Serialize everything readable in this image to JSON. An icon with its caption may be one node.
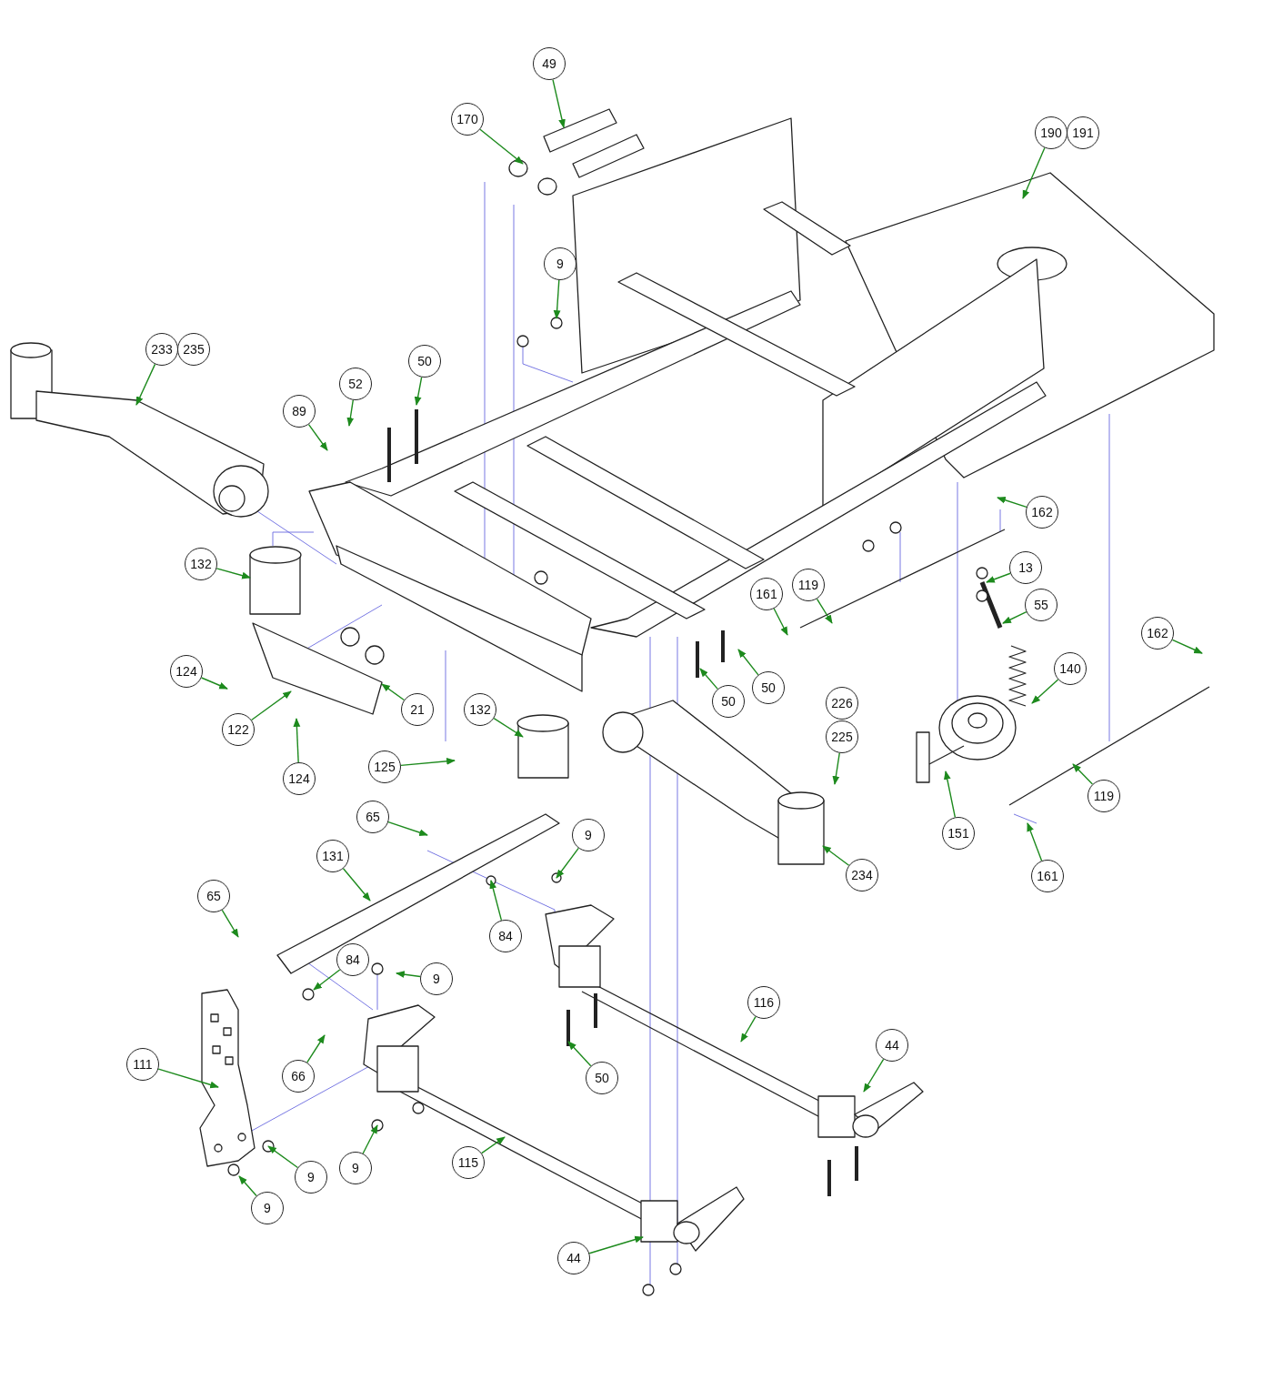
{
  "diagram": {
    "nodes": [
      {
        "text": [
          "49"
        ]
      },
      {
        "text": [
          "170"
        ]
      },
      {
        "text": [
          "190"
        ]
      },
      {
        "text": [
          "191"
        ]
      },
      {
        "text": [
          "9"
        ]
      },
      {
        "text": [
          "233"
        ]
      },
      {
        "text": [
          "235"
        ]
      },
      {
        "text": [
          "50"
        ]
      },
      {
        "text": [
          "52"
        ]
      },
      {
        "text": [
          "89"
        ]
      },
      {
        "text": [
          "132"
        ]
      },
      {
        "text": [
          "162"
        ]
      },
      {
        "text": [
          "13"
        ]
      },
      {
        "text": [
          "55"
        ]
      },
      {
        "text": [
          "161"
        ]
      },
      {
        "text": [
          "119"
        ]
      },
      {
        "text": [
          "124"
        ]
      },
      {
        "text": [
          "21"
        ]
      },
      {
        "text": [
          "50"
        ]
      },
      {
        "text": [
          "50"
        ]
      },
      {
        "text": [
          "140"
        ]
      },
      {
        "text": [
          "162"
        ]
      },
      {
        "text": [
          "122"
        ]
      },
      {
        "text": [
          "226"
        ]
      },
      {
        "text": [
          "225"
        ]
      },
      {
        "text": [
          "132"
        ]
      },
      {
        "text": [
          "124"
        ]
      },
      {
        "text": [
          "125"
        ]
      },
      {
        "text": [
          "119"
        ]
      },
      {
        "text": [
          "151"
        ]
      },
      {
        "text": [
          "161"
        ]
      },
      {
        "text": [
          "234"
        ]
      },
      {
        "text": [
          "65"
        ]
      },
      {
        "text": [
          "9"
        ]
      },
      {
        "text": [
          "131"
        ]
      },
      {
        "text": [
          "65"
        ]
      },
      {
        "text": [
          "84"
        ]
      },
      {
        "text": [
          "84"
        ]
      },
      {
        "text": [
          "9"
        ]
      },
      {
        "text": [
          "116"
        ]
      },
      {
        "text": [
          "44"
        ]
      },
      {
        "text": [
          "111"
        ]
      },
      {
        "text": [
          "66"
        ]
      },
      {
        "text": [
          "50"
        ]
      },
      {
        "text": [
          "9"
        ]
      },
      {
        "text": [
          "9"
        ]
      },
      {
        "text": [
          "115"
        ]
      },
      {
        "text": [
          "9"
        ]
      },
      {
        "text": [
          "44"
        ]
      }
    ],
    "edges": [
      {
        "from": 0,
        "to": null,
        "arrow": "to"
      },
      {
        "from": 1,
        "to": null,
        "arrow": "to"
      },
      {
        "from": 2,
        "to": null,
        "arrow": "to"
      },
      {
        "from": 4,
        "to": null,
        "arrow": "to"
      },
      {
        "from": 5,
        "to": null,
        "arrow": "to"
      },
      {
        "from": 7,
        "to": null,
        "arrow": "to"
      },
      {
        "from": 8,
        "to": null,
        "arrow": "to"
      },
      {
        "from": 9,
        "to": null,
        "arrow": "to"
      },
      {
        "from": 10,
        "to": null,
        "arrow": "to"
      },
      {
        "from": 11,
        "to": null,
        "arrow": "to"
      },
      {
        "from": 12,
        "to": null,
        "arrow": "to"
      },
      {
        "from": 13,
        "to": null,
        "arrow": "to"
      },
      {
        "from": 14,
        "to": null,
        "arrow": "to"
      },
      {
        "from": 15,
        "to": null,
        "arrow": "to"
      },
      {
        "from": 16,
        "to": null,
        "arrow": "to"
      },
      {
        "from": 17,
        "to": null,
        "arrow": "to"
      },
      {
        "from": 18,
        "to": null,
        "arrow": "to"
      },
      {
        "from": 19,
        "to": null,
        "arrow": "to"
      },
      {
        "from": 20,
        "to": null,
        "arrow": "to"
      },
      {
        "from": 21,
        "to": null,
        "arrow": "to"
      },
      {
        "from": 22,
        "to": null,
        "arrow": "to"
      },
      {
        "from": 24,
        "to": null,
        "arrow": "to"
      },
      {
        "from": 25,
        "to": null,
        "arrow": "to"
      },
      {
        "from": 26,
        "to": null,
        "arrow": "to"
      },
      {
        "from": 27,
        "to": null,
        "arrow": "to"
      },
      {
        "from": 28,
        "to": null,
        "arrow": "to"
      },
      {
        "from": 29,
        "to": null,
        "arrow": "to"
      },
      {
        "from": 30,
        "to": null,
        "arrow": "to"
      },
      {
        "from": 31,
        "to": null,
        "arrow": "to"
      },
      {
        "from": 32,
        "to": null,
        "arrow": "to"
      },
      {
        "from": 33,
        "to": null,
        "arrow": "to"
      },
      {
        "from": 34,
        "to": null,
        "arrow": "to"
      },
      {
        "from": 35,
        "to": null,
        "arrow": "to"
      },
      {
        "from": 36,
        "to": null,
        "arrow": "to"
      },
      {
        "from": 37,
        "to": null,
        "arrow": "to"
      },
      {
        "from": 38,
        "to": null,
        "arrow": "to"
      },
      {
        "from": 39,
        "to": null,
        "arrow": "to"
      },
      {
        "from": 40,
        "to": null,
        "arrow": "to"
      },
      {
        "from": 41,
        "to": null,
        "arrow": "to"
      },
      {
        "from": 42,
        "to": null,
        "arrow": "to"
      },
      {
        "from": 43,
        "to": null,
        "arrow": "to"
      },
      {
        "from": 44,
        "to": null,
        "arrow": "to"
      },
      {
        "from": 45,
        "to": null,
        "arrow": "to"
      },
      {
        "from": 46,
        "to": null,
        "arrow": "to"
      },
      {
        "from": 47,
        "to": null,
        "arrow": "to"
      },
      {
        "from": 48,
        "to": null,
        "arrow": "to"
      }
    ]
  }
}
